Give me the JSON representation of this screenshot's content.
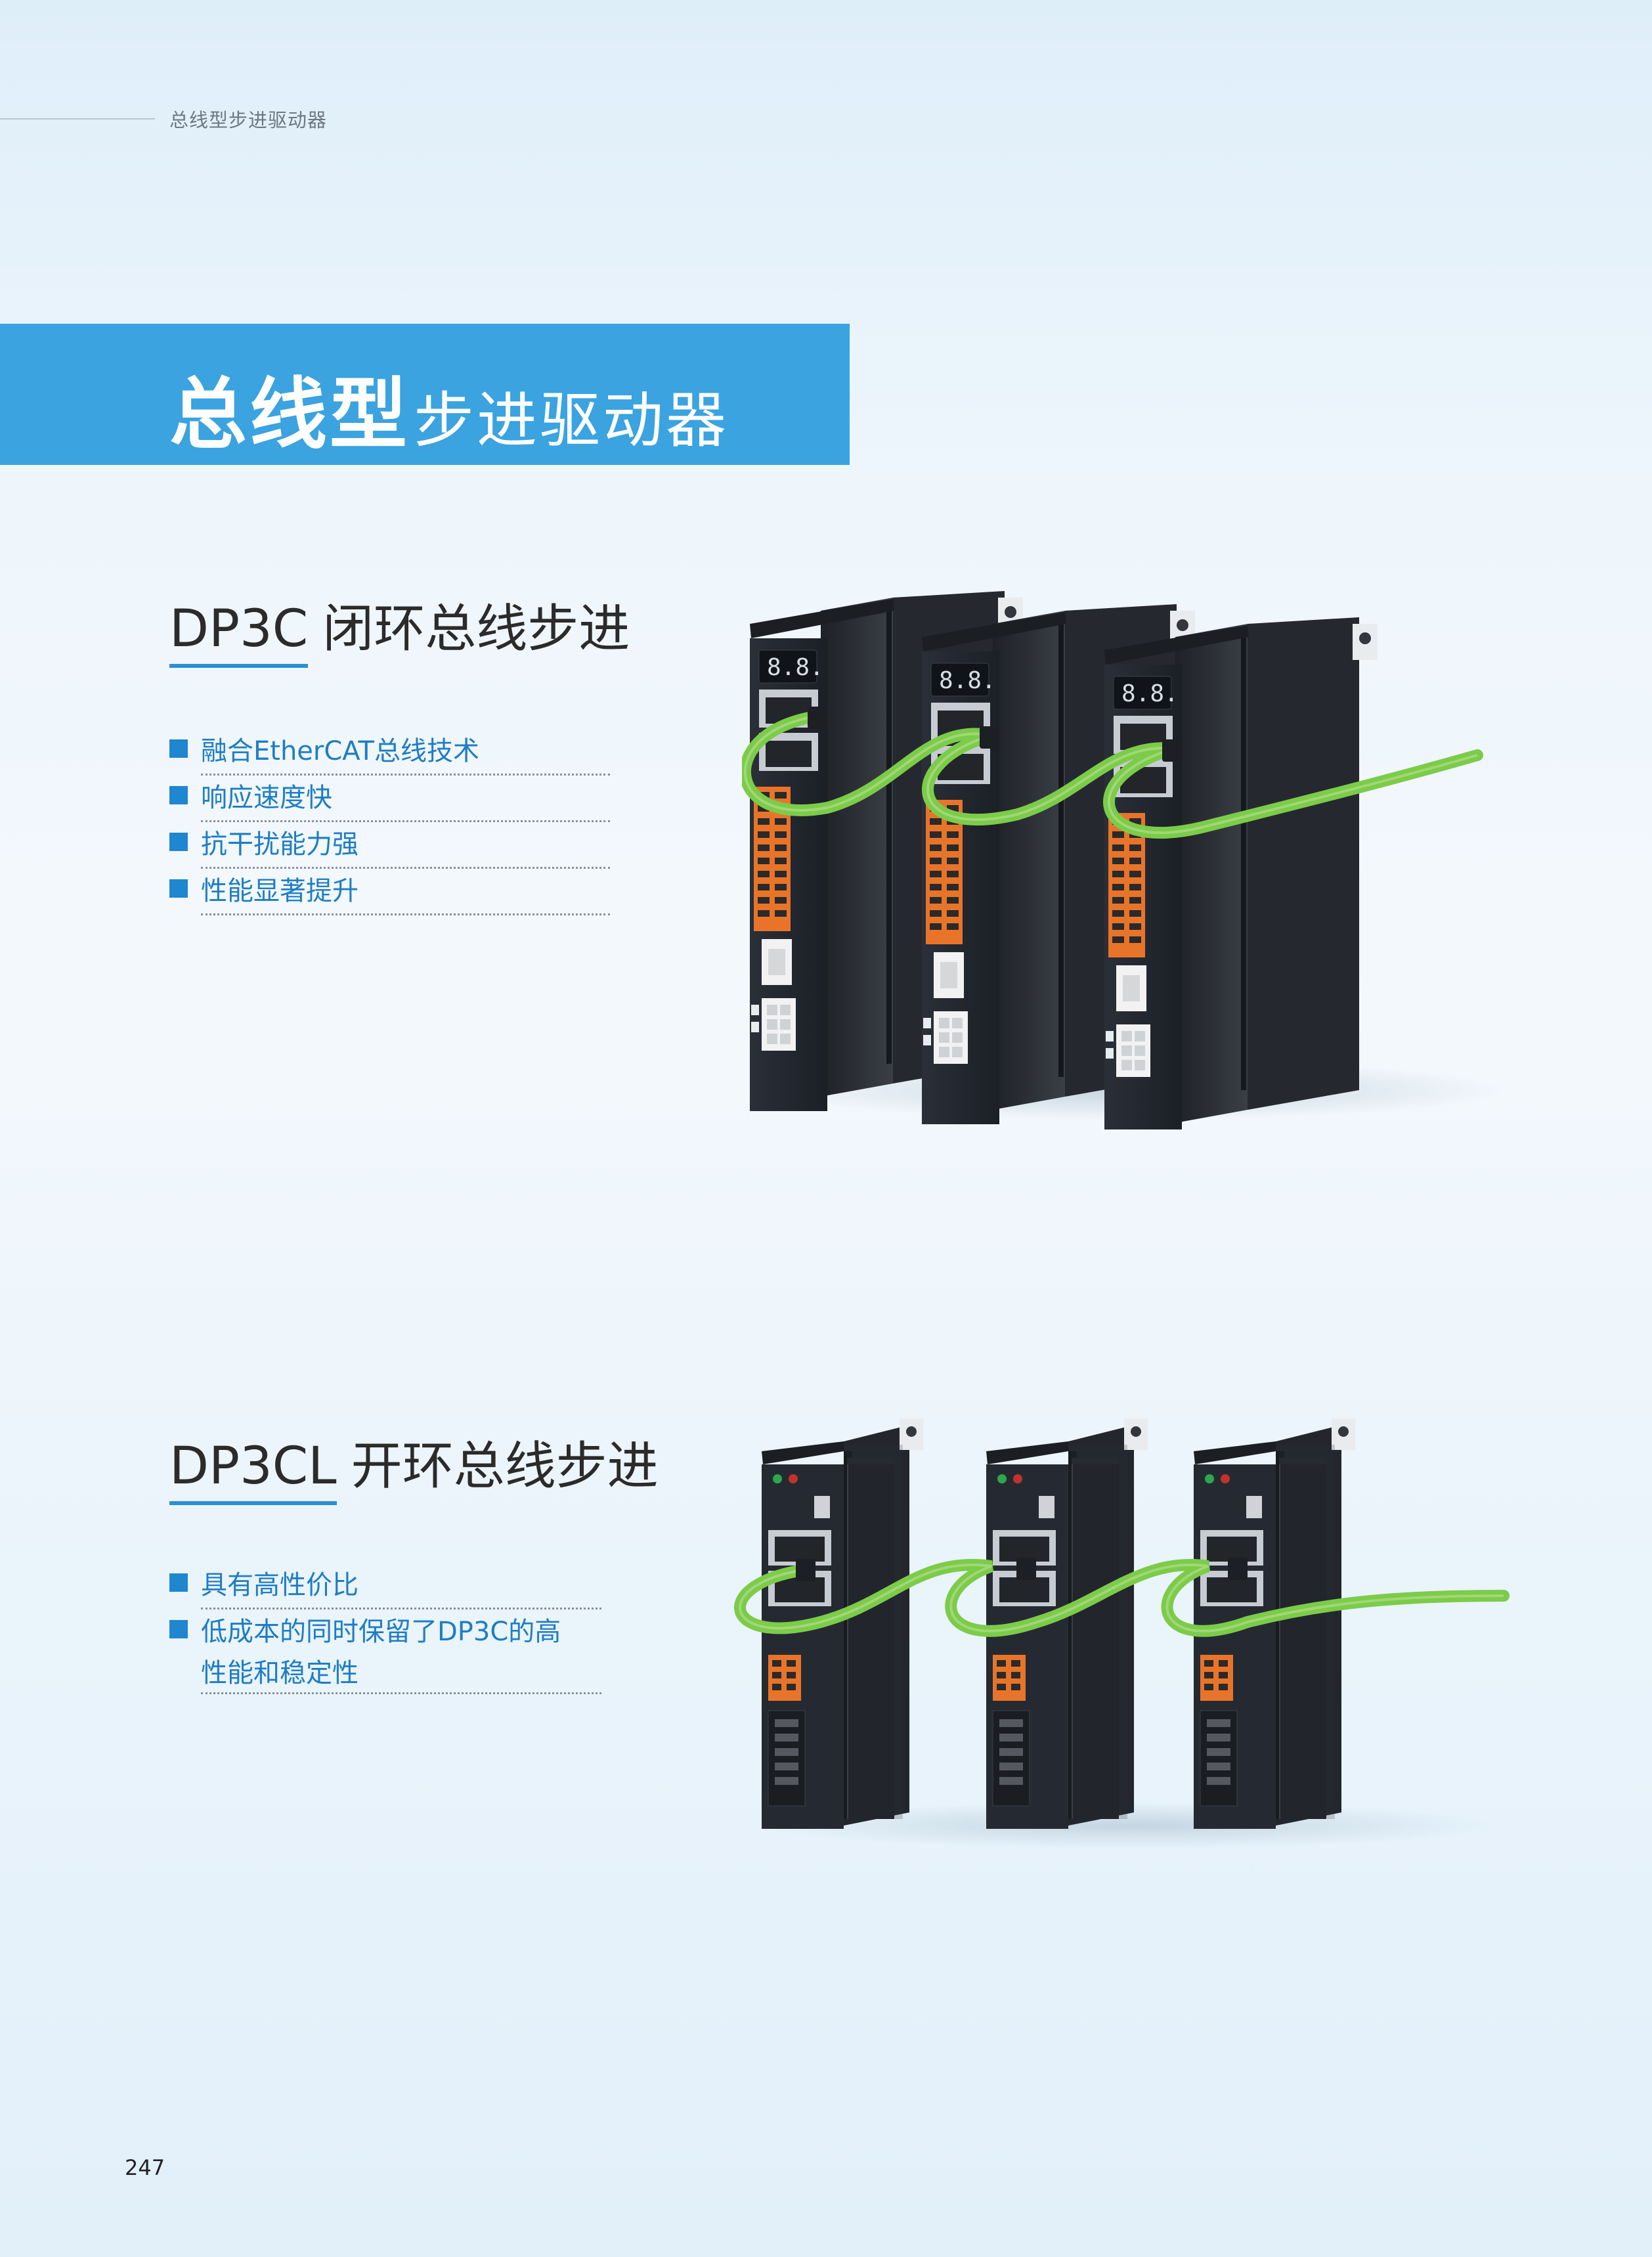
{
  "header": {
    "running_title": "总线型步进驱动器"
  },
  "banner": {
    "title_bold": "总线型",
    "title_light": "步进驱动器"
  },
  "sections": [
    {
      "model": "DP3C",
      "description": "闭环总线步进",
      "features": [
        "融合EtherCAT总线技术",
        "响应速度快",
        "抗干扰能力强",
        "性能显著提升"
      ],
      "display_reading": "8.8."
    },
    {
      "model": "DP3CL",
      "description": "开环总线步进",
      "features": [
        "具有高性价比",
        "低成本的同时保留了DP3C的高",
        "性能和稳定性"
      ]
    }
  ],
  "colors": {
    "accent": "#3aa3e0",
    "feature_text": "#1f7dc4",
    "cable": "#7ccb4a",
    "connector": "#e8742a"
  },
  "footer": {
    "page_number": "247"
  }
}
